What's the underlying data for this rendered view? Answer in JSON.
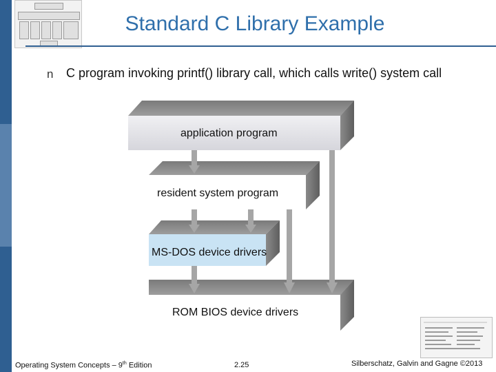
{
  "slide": {
    "title": "Standard C Library Example",
    "bullet_marker": "n",
    "bullet": "C program invoking printf() library call, which calls write() system call"
  },
  "diagram": {
    "layers": [
      {
        "label": "application program"
      },
      {
        "label": "resident system program"
      },
      {
        "label": "MS-DOS device drivers",
        "highlight": true
      },
      {
        "label": "ROM BIOS device drivers"
      }
    ],
    "colors": {
      "front": "#ffffff",
      "top": "#8c8c8c",
      "side": "#6e6e6e",
      "app_front": "#e6e6ea",
      "highlight": "#c9e3f4",
      "arrow": "#a6a6a6"
    }
  },
  "footer": {
    "left_prefix": "Operating System Concepts – 9",
    "left_sup": "th",
    "left_suffix": " Edition",
    "page": "2.25",
    "right": "Silberschatz, Galvin and Gagne ©2013"
  }
}
